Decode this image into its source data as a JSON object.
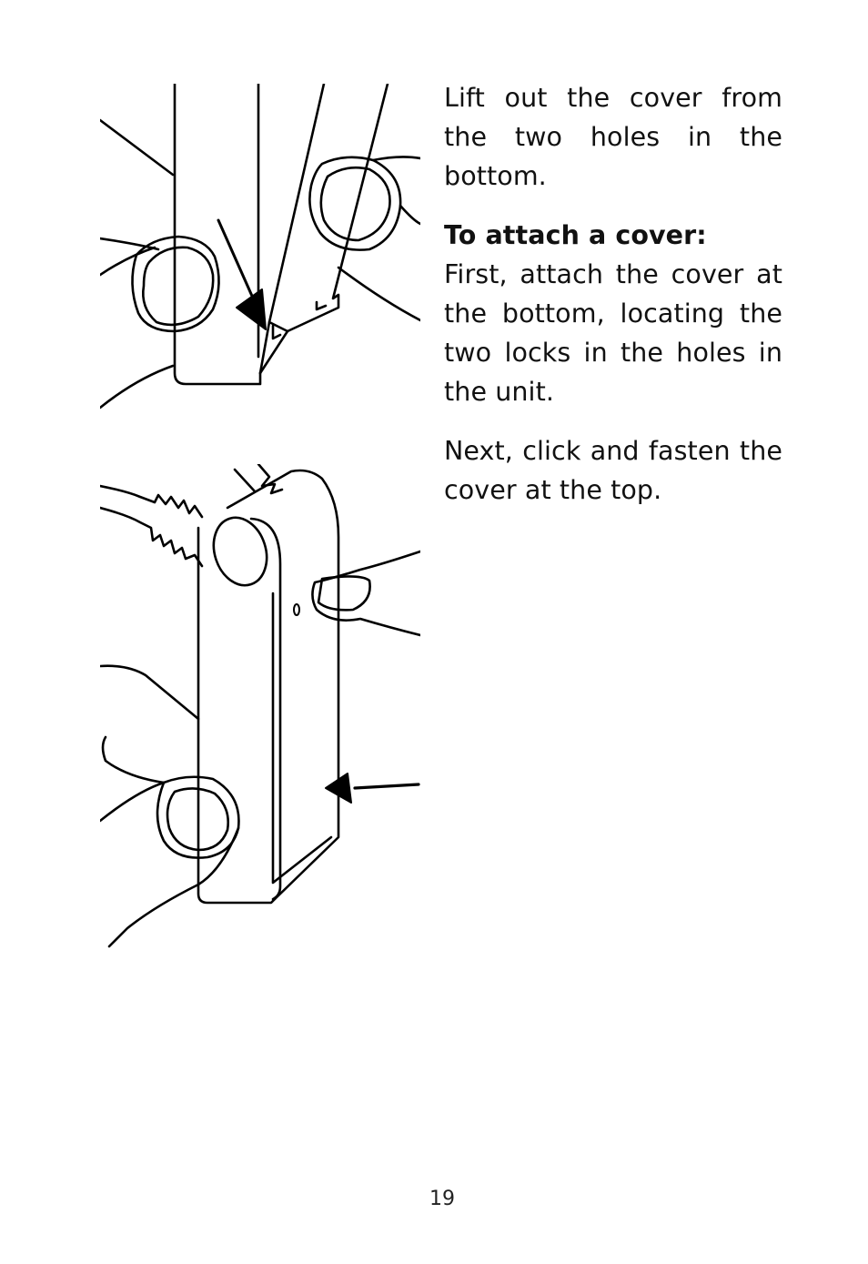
{
  "instructions": {
    "lift_text": "Lift out the cover from the two holes in the bottom.",
    "attach_heading": "To attach a cover:",
    "attach_text": "First, attach the cover at the bottom, locating the two locks in the holes in the unit.",
    "next_text": "Next, click and fasten the cover at the top."
  },
  "page_number": "19"
}
